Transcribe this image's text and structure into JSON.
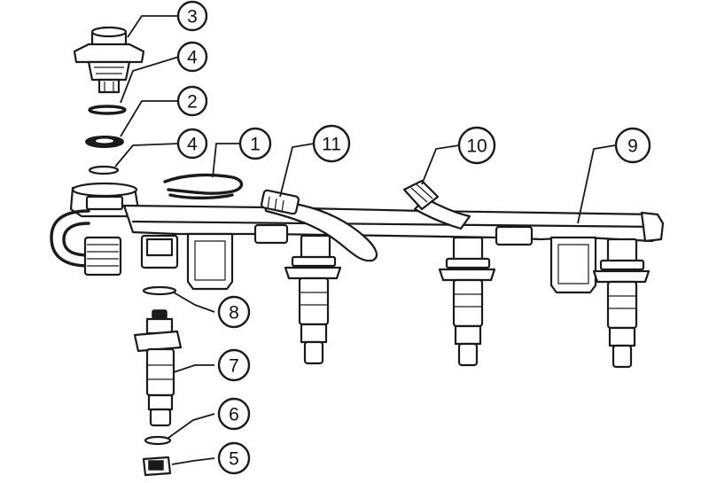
{
  "colors": {
    "ink": "#1a1a1a",
    "background": "#ffffff"
  },
  "callouts": [
    {
      "id": "1",
      "label": "1"
    },
    {
      "id": "2",
      "label": "2"
    },
    {
      "id": "3",
      "label": "3"
    },
    {
      "id": "4a",
      "label": "4"
    },
    {
      "id": "4b",
      "label": "4"
    },
    {
      "id": "5",
      "label": "5"
    },
    {
      "id": "6",
      "label": "6"
    },
    {
      "id": "7",
      "label": "7"
    },
    {
      "id": "8",
      "label": "8"
    },
    {
      "id": "9",
      "label": "9"
    },
    {
      "id": "10",
      "label": "10"
    },
    {
      "id": "11",
      "label": "11"
    }
  ]
}
